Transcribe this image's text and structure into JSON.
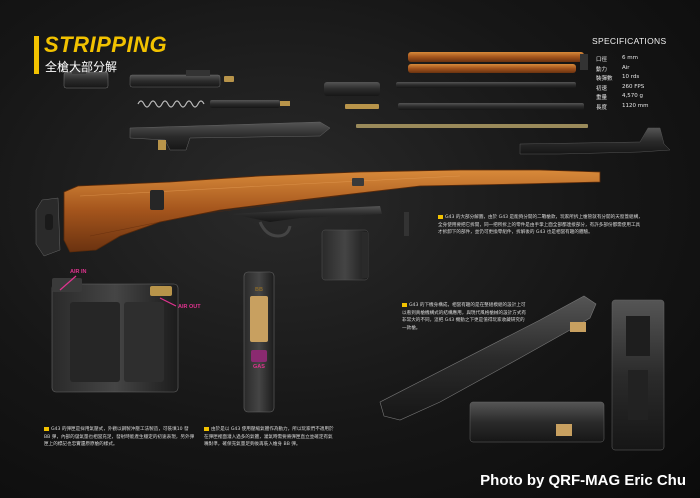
{
  "header": {
    "title": "STRIPPING",
    "subtitle": "全槍大部分解",
    "accent_color": "#f2c200"
  },
  "specs": {
    "title": "SPECIFICATIONS",
    "rows": [
      {
        "label": "口徑",
        "value": "6 mm"
      },
      {
        "label": "動力",
        "value": "Air"
      },
      {
        "label": "裝彈數",
        "value": "10 rds"
      },
      {
        "label": "初速",
        "value": "260 FPS"
      },
      {
        "label": "重量",
        "value": "4,570 g"
      },
      {
        "label": "長度",
        "value": "1120 mm"
      }
    ]
  },
  "texts": {
    "disassembly": "G43 的大部分解圖，由於 G43 是能夠分開的二戰槍款，玩家所拆上槍管就有分開的天窗蓋組構，全身使用要把它拆開，同一把所拆上的零件是由手掌上面全部都連接部分，有許多部份都需使用工具才拆卸下的部件，並仍可更換零組件，拆解後的 G43 也是相當有趣的體驗。",
    "magazine": "G43 的彈匣是採用氣壓式，外觀以鋼製沖壓工法製造，可裝填10 發 BB 彈，內部的儲氣量也相當充足，發射時能產生穩定的初速表現，另外彈匣上的標記也忠實還原原槍的樣式。",
    "valve": "由於是以 G43 使用壓縮氣體作為動力，所以玩家們不適用於在彈匣裡面灌入過多的氣體，灌氣時需要將彈匣直立並確定有氣嘴對準，確保充氣量足夠後再裝入槍身 BB 彈。",
    "trigger": "G43 的下機身構成，相當有趣的是在整組模組的設計上可以看到真槍機構式的結構應用，與現代風格槍械的設計方式有非常大的不同，這把 G43 機動之下更是值得玩家收藏研究的一款槍。"
  },
  "labels": {
    "air_in": "AIR IN",
    "air_out": "AIR OUT",
    "bb": "BB",
    "gas": "GAS"
  },
  "credit": "Photo by QRF-MAG Eric Chu",
  "icons": {
    "accent": "#f2c200",
    "air_label_color": "#e0338f"
  }
}
